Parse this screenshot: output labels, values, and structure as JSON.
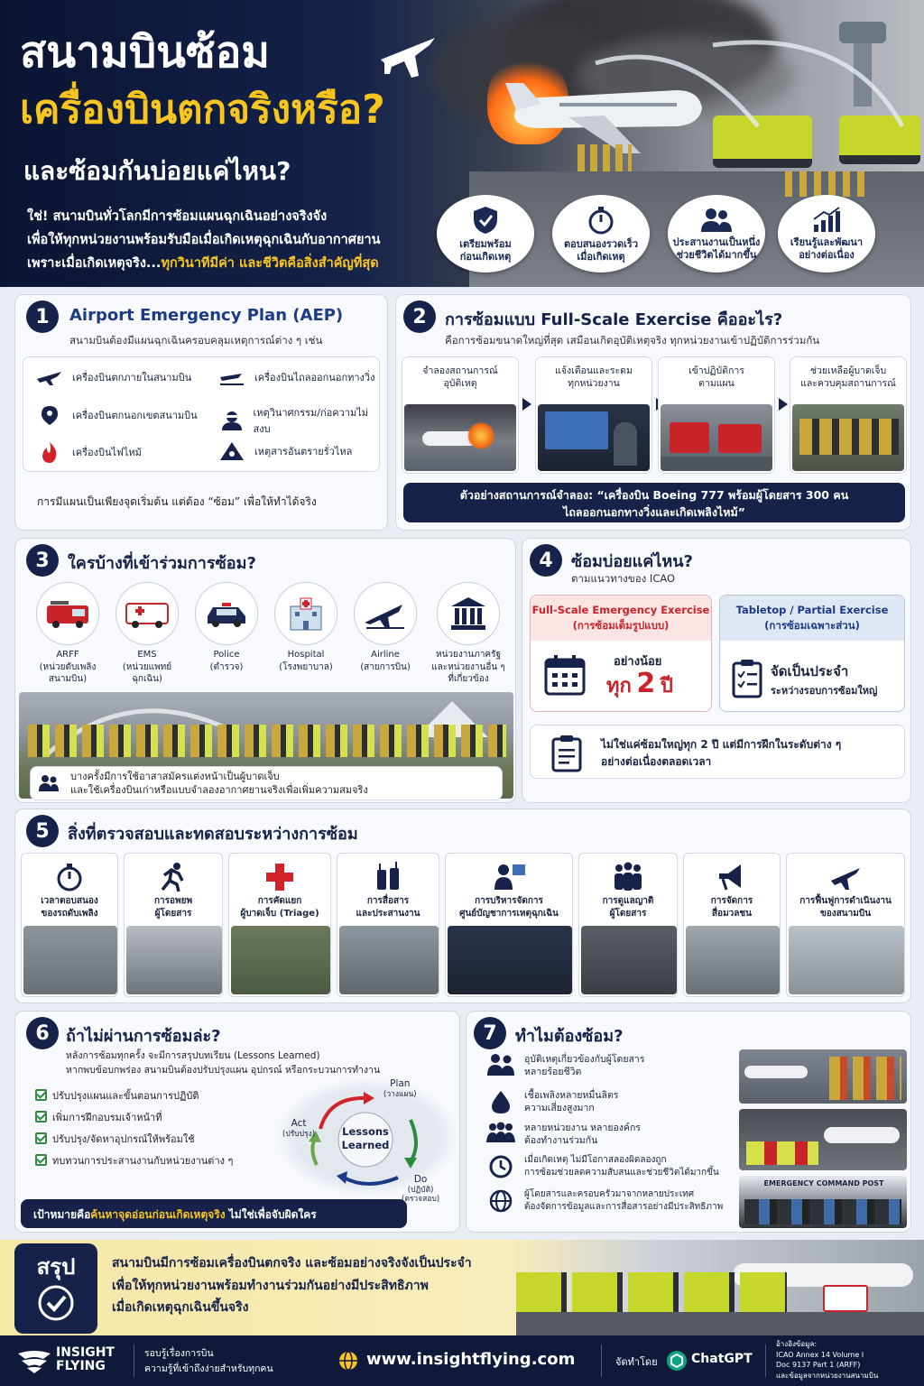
{
  "hero": {
    "title1": "สนามบินซ้อม",
    "title2": "เครื่องบินตกจริงหรือ?",
    "title3": "และซ้อมกันบ่อยแค่ไหน?",
    "intro_l1": "ใช่! สนามบินทั่วโลกมีการซ้อมแผนฉุกเฉินอย่างจริงจัง",
    "intro_l2": "เพื่อให้ทุกหน่วยงานพร้อมรับมือเมื่อเกิดเหตุฉุกเฉินกับอากาศยาน",
    "intro_l3a": "เพราะเมื่อเกิดเหตุจริง...",
    "intro_l3b": "ทุกวินาทีมีค่า และชีวิตคือสิ่งสำคัญที่สุด",
    "badges": [
      {
        "l1": "เตรียมพร้อม",
        "l2": "ก่อนเกิดเหตุ",
        "icon": "shield-check-icon"
      },
      {
        "l1": "ตอบสนองรวดเร็ว",
        "l2": "เมื่อเกิดเหตุ",
        "icon": "stopwatch-icon"
      },
      {
        "l1": "ประสานงานเป็นหนึ่ง",
        "l2": "ช่วยชีวิตได้มากขึ้น",
        "icon": "people-icon"
      },
      {
        "l1": "เรียนรู้และพัฒนา",
        "l2": "อย่างต่อเนื่อง",
        "icon": "growth-chart-icon"
      }
    ]
  },
  "s1": {
    "num": "1",
    "title": "Airport Emergency Plan (AEP)",
    "sub": "สนามบินต้องมีแผนฉุกเฉินครอบคลุมเหตุการณ์ต่าง ๆ เช่น",
    "items": [
      "เครื่องบินตกภายในสนามบิน",
      "เครื่องบินไถลออกนอกทางวิ่ง",
      "เครื่องบินตกนอกเขตสนามบิน",
      "เหตุวินาศกรรม/ก่อความไม่สงบ",
      "เครื่องบินไฟไหม้",
      "เหตุสารอันตรายรั่วไหล"
    ],
    "note": "การมีแผนเป็นเพียงจุดเริ่มต้น แต่ต้อง “ซ้อม” เพื่อให้ทำได้จริง"
  },
  "s2": {
    "num": "2",
    "title": "การซ้อมแบบ Full-Scale Exercise คืออะไร?",
    "sub": "คือการซ้อมขนาดใหญ่ที่สุด เสมือนเกิดอุบัติเหตุจริง ทุกหน่วยงานเข้าปฏิบัติการร่วมกัน",
    "steps": [
      {
        "l1": "จำลองสถานการณ์",
        "l2": "อุบัติเหตุ"
      },
      {
        "l1": "แจ้งเตือนและระดม",
        "l2": "ทุกหน่วยงาน"
      },
      {
        "l1": "เข้าปฏิบัติการ",
        "l2": "ตามแผน"
      },
      {
        "l1": "ช่วยเหลือผู้บาดเจ็บ",
        "l2": "และควบคุมสถานการณ์"
      }
    ],
    "example_l1": "ตัวอย่างสถานการณ์จำลอง: “เครื่องบิน Boeing 777 พร้อมผู้โดยสาร 300 คน",
    "example_l2": "ไถลออกนอกทางวิ่งและเกิดเพลิงไหม้”"
  },
  "s3": {
    "num": "3",
    "title": "ใครบ้างที่เข้าร่วมการซ้อม?",
    "orgs": [
      {
        "l1": "ARFF",
        "l2": "(หน่วยดับเพลิง",
        "l3": "สนามบิน)"
      },
      {
        "l1": "EMS",
        "l2": "(หน่วยแพทย์",
        "l3": "ฉุกเฉิน)"
      },
      {
        "l1": "Police",
        "l2": "(ตำรวจ)",
        "l3": ""
      },
      {
        "l1": "Hospital",
        "l2": "(โรงพยาบาล)",
        "l3": ""
      },
      {
        "l1": "Airline",
        "l2": "(สายการบิน)",
        "l3": ""
      },
      {
        "l1": "หน่วยงานภาครัฐ",
        "l2": "และหน่วยงานอื่น ๆ",
        "l3": "ที่เกี่ยวข้อง"
      }
    ],
    "note_l1": "บางครั้งมีการใช้อาสาสมัครแต่งหน้าเป็นผู้บาดเจ็บ",
    "note_l2": "และใช้เครื่องบินเก่าหรือแบบจำลองอากาศยานจริงเพื่อเพิ่มความสมจริง"
  },
  "s4": {
    "num": "4",
    "title": "ซ้อมบ่อยแค่ไหน?",
    "sub": "ตามแนวทางของ ICAO",
    "full_t1": "Full-Scale Emergency Exercise",
    "full_t2": "(การซ้อมเต็มรูปแบบ)",
    "full_min": "อย่างน้อย",
    "full_freq": "ทุก",
    "full_num": "2",
    "full_unit": "ปี",
    "table_t1": "Tabletop / Partial Exercise",
    "table_t2": "(การซ้อมเฉพาะส่วน)",
    "table_l1": "จัดเป็นประจำ",
    "table_l2": "ระหว่างรอบการซ้อมใหญ่",
    "note_l1": "ไม่ใช่แค่ซ้อมใหญ่ทุก 2 ปี แต่มีการฝึกในระดับต่าง ๆ",
    "note_l2": "อย่างต่อเนื่องตลอดเวลา"
  },
  "s5": {
    "num": "5",
    "title": "สิ่งที่ตรวจสอบและทดสอบระหว่างการซ้อม",
    "cards": [
      {
        "l1": "เวลาตอบสนอง",
        "l2": "ของรถดับเพลิง"
      },
      {
        "l1": "การอพยพ",
        "l2": "ผู้โดยสาร"
      },
      {
        "l1": "การคัดแยก",
        "l2": "ผู้บาดเจ็บ (Triage)"
      },
      {
        "l1": "การสื่อสาร",
        "l2": "และประสานงาน"
      },
      {
        "l1": "การบริหารจัดการ",
        "l2": "ศูนย์บัญชาการเหตุฉุกเฉิน"
      },
      {
        "l1": "การดูแลญาติ",
        "l2": "ผู้โดยสาร"
      },
      {
        "l1": "การจัดการ",
        "l2": "สื่อมวลชน"
      },
      {
        "l1": "การฟื้นฟูการดำเนินงาน",
        "l2": "ของสนามบิน"
      }
    ]
  },
  "s6": {
    "num": "6",
    "title": "ถ้าไม่ผ่านการซ้อมล่ะ?",
    "sub1": "หลังการซ้อมทุกครั้ง จะมีการสรุปบทเรียน (Lessons Learned)",
    "sub2": "หากพบข้อบกพร่อง สนามบินต้องปรับปรุงแผน อุปกรณ์ หรือกระบวนการทำงาน",
    "checks": [
      "ปรับปรุงแผนและขั้นตอนการปฏิบัติ",
      "เพิ่มการฝึกอบรมเจ้าหน้าที่",
      "ปรับปรุง/จัดหาอุปกรณ์ให้พร้อมใช้",
      "ทบทวนการประสานงานกับหน่วยงานต่าง ๆ"
    ],
    "cycle": {
      "plan": "Plan",
      "plan_th": "(วางแผน)",
      "do": "Do",
      "do_th": "(ปฏิบัติ)",
      "check_th": "(ตรวจสอบ)",
      "act": "Act",
      "act_th": "(ปรับปรุง)",
      "center1": "Lessons",
      "center2": "Learned"
    },
    "goal_a": "เป้าหมายคือ",
    "goal_b": "ค้นหาจุดอ่อนก่อนเกิดเหตุจริง",
    "goal_c": " ไม่ใช่เพื่อจับผิดใคร"
  },
  "s7": {
    "num": "7",
    "title": "ทำไมต้องซ้อม?",
    "rows": [
      {
        "l1": "อุบัติเหตุเกี่ยวข้องกับผู้โดยสาร",
        "l2": "หลายร้อยชีวิต"
      },
      {
        "l1": "เชื้อเพลิงหลายหมื่นลิตร",
        "l2": "ความเสี่ยงสูงมาก"
      },
      {
        "l1": "หลายหน่วยงาน หลายองค์กร",
        "l2": "ต้องทำงานร่วมกัน"
      },
      {
        "l1": "เมื่อเกิดเหตุ ไม่มีโอกาสลองผิดลองถูก",
        "l2": "การซ้อมช่วยลดความสับสนและช่วยชีวิตได้มากขึ้น"
      },
      {
        "l1": "ผู้โดยสารและครอบครัวมาจากหลายประเทศ",
        "l2": "ต้องจัดการข้อมูลและการสื่อสารอย่างมีประสิทธิภาพ"
      }
    ],
    "photo_sign": "EMERGENCY COMMAND POST"
  },
  "summary": {
    "label": "สรุป",
    "l1": "สนามบินมีการซ้อมเครื่องบินตกจริง และซ้อมอย่างจริงจังเป็นประจำ",
    "l2": "เพื่อให้ทุกหน่วยงานพร้อมทำงานร่วมกันอย่างมีประสิทธิภาพ",
    "l3": "เมื่อเกิดเหตุฉุกเฉินขึ้นจริง"
  },
  "footer": {
    "brand1": "INSIGHT",
    "brand2": "FLYING",
    "tag1": "รอบรู้เรื่องการบิน",
    "tag2": "ความรู้ที่เข้าถึงง่ายสำหรับทุกคน",
    "url": "www.insightflying.com",
    "made_by": "จัดทำโดย",
    "tool": "ChatGPT",
    "ref_title": "อ้างอิงข้อมูล:",
    "ref1": "ICAO Annex 14 Volume I",
    "ref2": "Doc 9137 Part 1 (ARFF)",
    "ref3": "และข้อมูลจากหน่วยงานสนามบิน"
  },
  "colors": {
    "navy": "#16224a",
    "yellow": "#f7c51e",
    "red": "#d3232a",
    "blue": "#1b3b86"
  }
}
